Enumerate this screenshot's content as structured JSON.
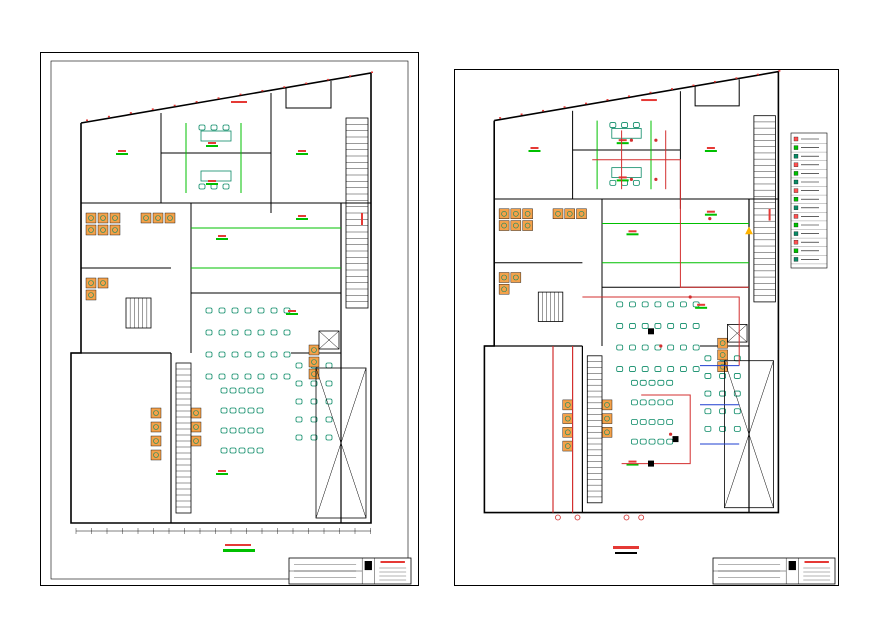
{
  "drawing": {
    "left_sheet": {
      "name": "architectural-floor-plan",
      "title_label": ""
    },
    "right_sheet": {
      "name": "installations-floor-plan",
      "title_label": ""
    }
  },
  "colors": {
    "wall": "#000000",
    "furniture": "#0a8a66",
    "annotation_green": "#00c000",
    "annotation_red": "#e53935",
    "pipe_red": "#d32f2f",
    "pipe_blue": "#1e3fd0",
    "legend_red": "#ff5252",
    "titleblock": "#000000"
  },
  "legend": {
    "rows": 15
  }
}
